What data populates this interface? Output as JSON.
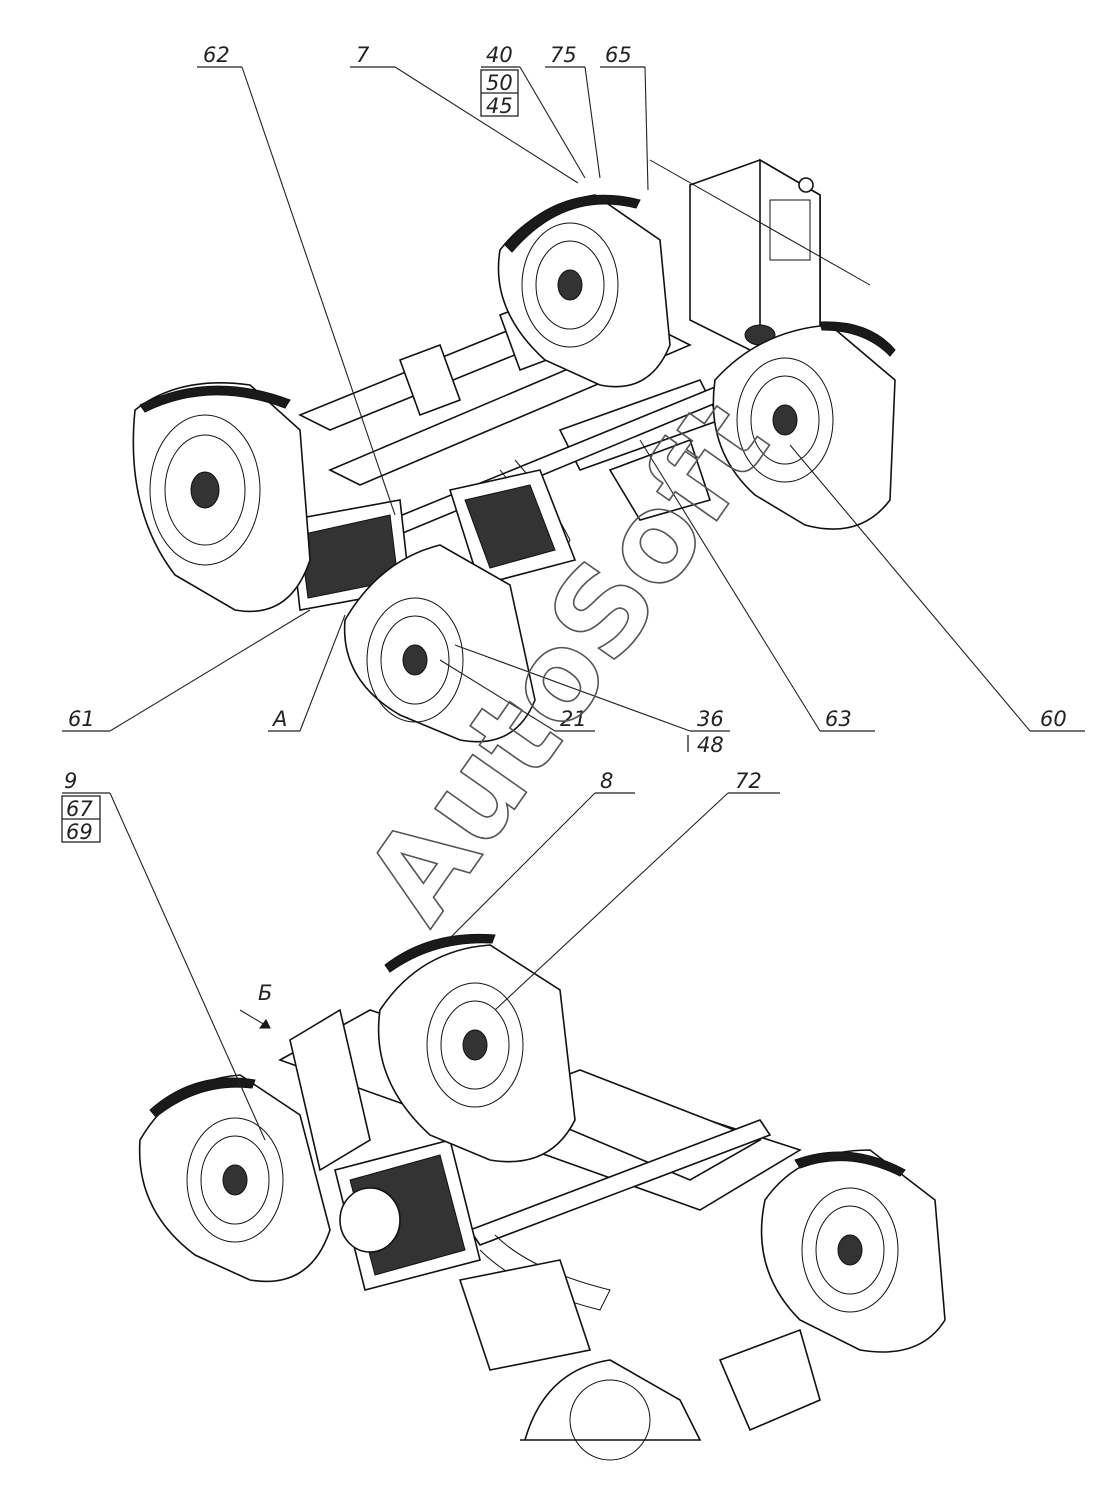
{
  "watermark": "AutoSoft",
  "view_marks": {
    "view_a": "А",
    "view_b": "Б"
  },
  "top_view": {
    "callouts": {
      "c62": "62",
      "c7": "7",
      "c40": "40",
      "c50": "50",
      "c45": "45",
      "c75": "75",
      "c65": "65",
      "c61": "61",
      "c21": "21",
      "c36": "36",
      "c48": "48",
      "c63": "63",
      "c60": "60"
    }
  },
  "bottom_view": {
    "callouts": {
      "c9": "9",
      "c67": "67",
      "c69": "69",
      "c8": "8",
      "c72": "72"
    }
  }
}
